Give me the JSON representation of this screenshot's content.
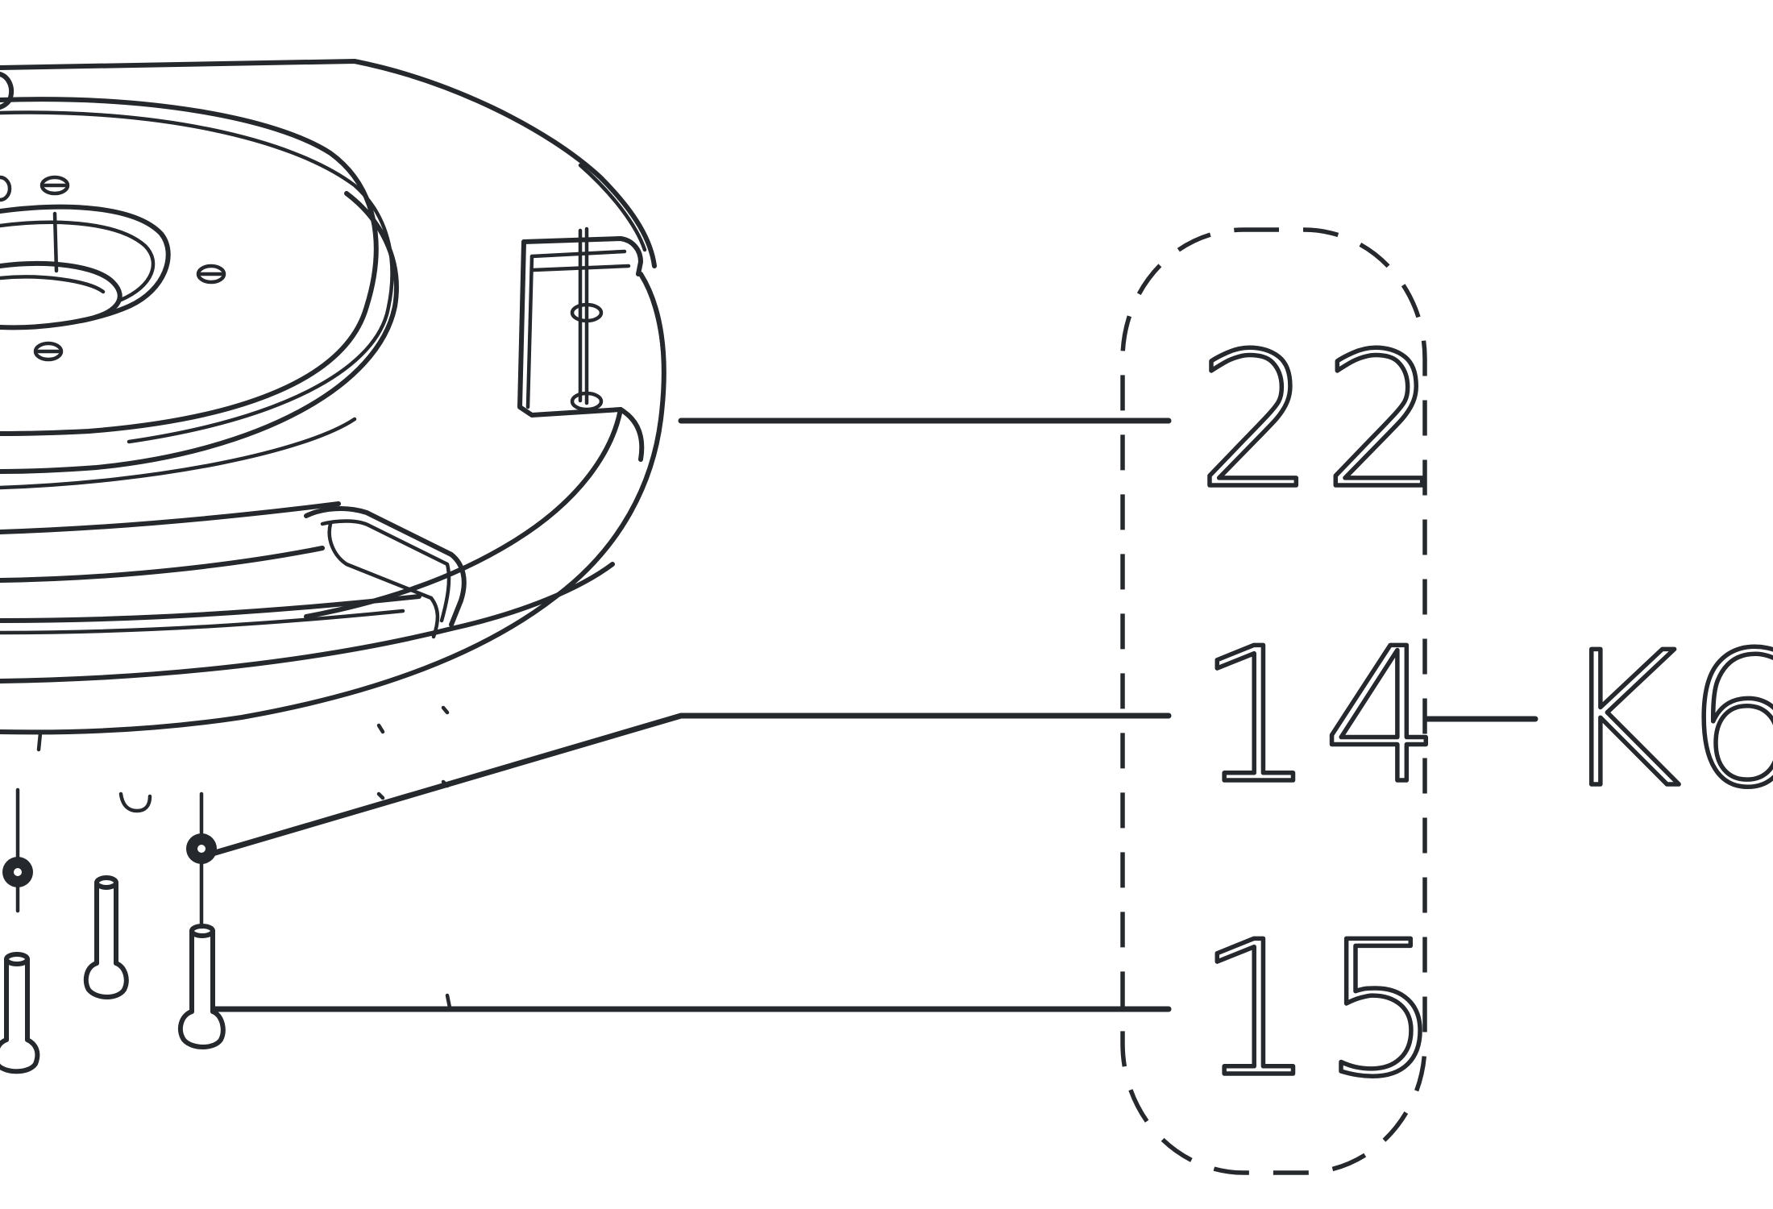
{
  "callouts": [
    {
      "id": "22",
      "label": "22"
    },
    {
      "id": "14",
      "label": "14"
    },
    {
      "id": "15",
      "label": "15"
    }
  ],
  "group": {
    "label": "K6"
  },
  "colors": {
    "line": "#25282c",
    "background": "#ffffff"
  }
}
